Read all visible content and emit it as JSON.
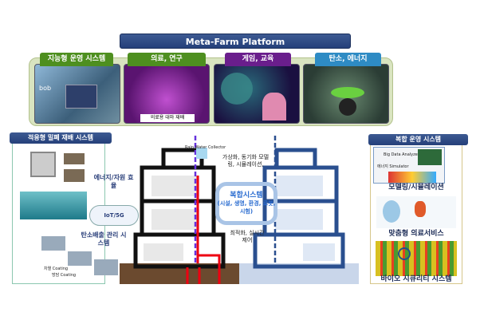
{
  "platform_title": "Meta-Farm Platform",
  "top_cards": [
    {
      "tab": "지능형 운영 시스템",
      "color": "#4e8f1f"
    },
    {
      "tab": "의료, 연구",
      "color": "#4e8f1f",
      "caption": "의료용 대마 재배"
    },
    {
      "tab": "게임, 교육",
      "color": "#6a1e8c"
    },
    {
      "tab": "탄소, 에너지",
      "color": "#2e8bc4"
    }
  ],
  "left_box": {
    "header": "적응형 밀폐 재배 시스템",
    "energy": "에너지/자원 효율",
    "iot": "IoT/5G",
    "carbon": "탄소배출 관리 시스템",
    "coating1": "차열 Coating",
    "coating2": "방담 Coating"
  },
  "center": {
    "rain_collector": "Rain Water Collector",
    "top_text": "가상화, 동기화 모델링, 시뮬레이션,",
    "complex_title": "복합시스템",
    "complex_sub": "(시설, 생명, 환경, 로봇, 시험)",
    "bottom_text": "최적화, 실시간 제어"
  },
  "right_box": {
    "header": "복합 운영 시스템",
    "bigdata": "Big Data Analyzer",
    "simulator": "에너지 Simulator",
    "modeling": "모델링/시뮬레이션",
    "medical": "맞춤형 의료서비스",
    "biosecurity": "바이오 시큐리티 시스템"
  }
}
